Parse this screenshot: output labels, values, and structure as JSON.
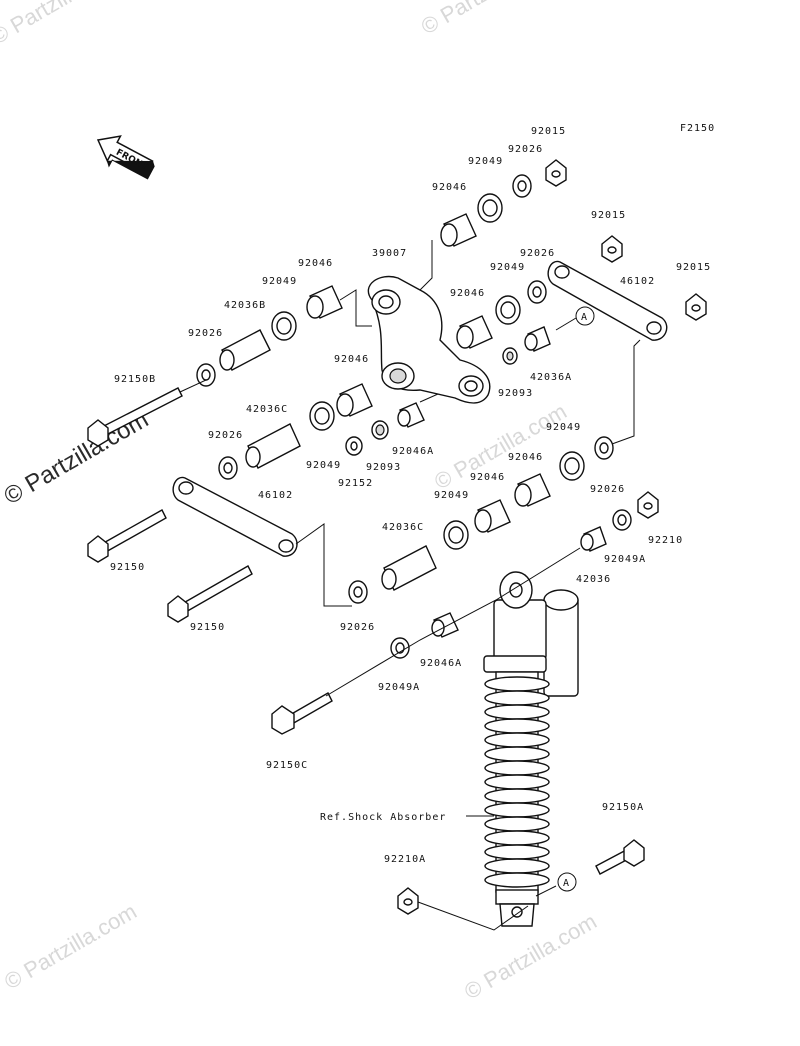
{
  "diagram_code": "F2150",
  "front_label": "FRONT",
  "watermark": "© Partzilla.com",
  "ref_label": "Ref.Shock Absorber",
  "callout_letter": "A",
  "labels": {
    "p92015a": "92015",
    "p92026a": "92026",
    "p92049a": "92049",
    "p92046a": "92046",
    "p92015b": "92015",
    "p92015c": "92015",
    "p39007": "39007",
    "p92046b": "92046",
    "p92049b": "92049",
    "p92026b": "92026",
    "p46102a": "46102",
    "p92049c": "92049",
    "p42036b": "42036B",
    "p92046c": "92046",
    "p42036a": "42036A",
    "p92026c": "92026",
    "p92150b": "92150B",
    "p92046d": "92046",
    "p92093a": "92093",
    "p42036c": "42036C",
    "p92026d": "92026",
    "p92046A": "92046A",
    "p92049d": "92049",
    "p92093b": "92093",
    "p92152": "92152",
    "p92049e": "92049",
    "p92026e": "92026",
    "p46102b": "46102",
    "p92046e": "92046",
    "p92049f": "92049",
    "p92046f": "92046",
    "p92150a": "92150",
    "p42036c2": "42036C",
    "p92210": "92210",
    "p92049A": "92049A",
    "p42036": "42036",
    "p92150b2": "92150",
    "p92026f": "92026",
    "p92046A2": "92046A",
    "p92049A2": "92049A",
    "p92150C": "92150C",
    "p92150A": "92150A",
    "p92210A": "92210A"
  }
}
